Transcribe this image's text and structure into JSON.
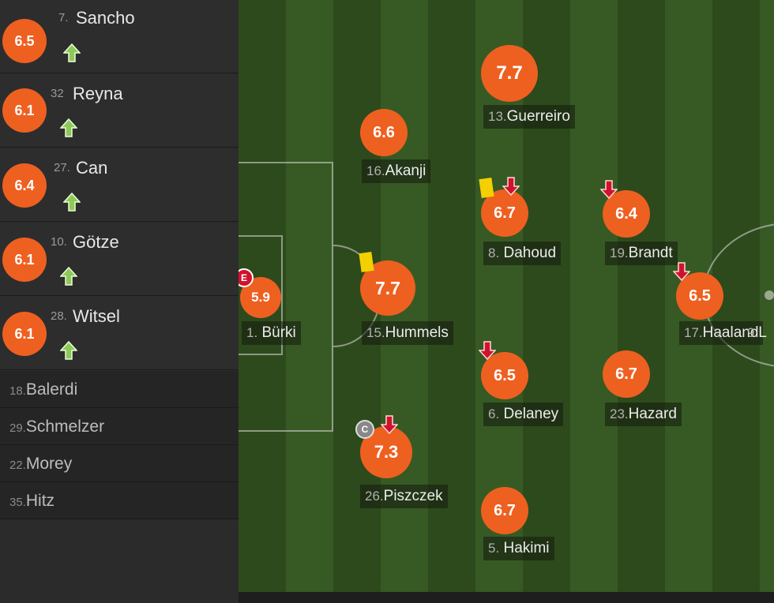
{
  "substitutes_in": [
    {
      "rating": "6.5",
      "num": "7.",
      "name": "Sancho"
    },
    {
      "rating": "6.1",
      "num": "32",
      "name": "Reyna"
    },
    {
      "rating": "6.4",
      "num": "27.",
      "name": "Can"
    },
    {
      "rating": "6.1",
      "num": "10.",
      "name": "Götze"
    },
    {
      "rating": "6.1",
      "num": "28.",
      "name": "Witsel"
    }
  ],
  "bench": [
    {
      "num": "18.",
      "name": "Balerdi"
    },
    {
      "num": "29.",
      "name": "Schmelzer"
    },
    {
      "num": "22.",
      "name": "Morey"
    },
    {
      "num": "35.",
      "name": "Hitz"
    }
  ],
  "players": {
    "burki": {
      "rating": "5.9",
      "num": "1.",
      "name": "Bürki",
      "badge": "E"
    },
    "hummels": {
      "rating": "7.7",
      "num": "15.",
      "name": "Hummels"
    },
    "akanji": {
      "rating": "6.6",
      "num": "16.",
      "name": "Akanji"
    },
    "piszczek": {
      "rating": "7.3",
      "num": "26.",
      "name": "Piszczek",
      "badge": "C"
    },
    "guerreiro": {
      "rating": "7.7",
      "num": "13.",
      "name": "Guerreiro"
    },
    "dahoud": {
      "rating": "6.7",
      "num": "8.",
      "name": "Dahoud"
    },
    "delaney": {
      "rating": "6.5",
      "num": "6.",
      "name": "Delaney"
    },
    "hakimi": {
      "rating": "6.7",
      "num": "5.",
      "name": "Hakimi"
    },
    "brandt": {
      "rating": "6.4",
      "num": "19.",
      "name": "Brandt"
    },
    "hazard": {
      "rating": "6.7",
      "num": "23.",
      "name": "Hazard"
    },
    "haaland": {
      "rating": "6.5",
      "num": "17.",
      "name": "Haaland"
    },
    "offscreen": {
      "num": "9.",
      "name": "L"
    }
  },
  "colors": {
    "rating": "#ee6020",
    "sub_in": "#8fc85a",
    "sub_out": "#d0122c",
    "card": "#f4d000"
  }
}
